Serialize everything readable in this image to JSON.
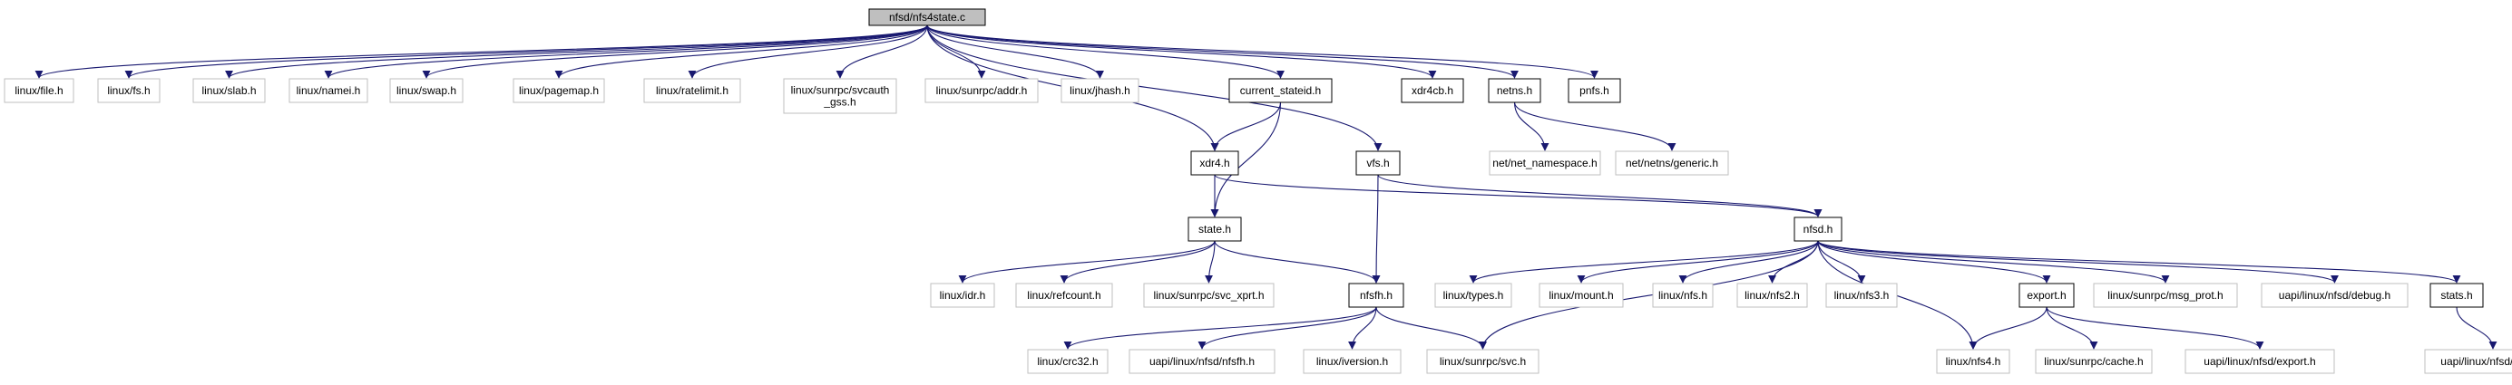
{
  "colors": {
    "edge": "#191970",
    "root_fill": "#bfbfbf",
    "documented_border": "#000000",
    "external_border": "#bfbfbf",
    "external_text": "#000000"
  },
  "nodes": [
    {
      "id": "root",
      "label": "nfsd/nfs4state.c",
      "kind": "root"
    },
    {
      "id": "linux_file",
      "label": "linux/file.h",
      "kind": "external"
    },
    {
      "id": "linux_fs",
      "label": "linux/fs.h",
      "kind": "external"
    },
    {
      "id": "linux_slab",
      "label": "linux/slab.h",
      "kind": "external"
    },
    {
      "id": "linux_namei",
      "label": "linux/namei.h",
      "kind": "external"
    },
    {
      "id": "linux_swap",
      "label": "linux/swap.h",
      "kind": "external"
    },
    {
      "id": "linux_pagemap",
      "label": "linux/pagemap.h",
      "kind": "external"
    },
    {
      "id": "linux_ratelimit",
      "label": "linux/ratelimit.h",
      "kind": "external"
    },
    {
      "id": "svcauth_gss",
      "label": "linux/sunrpc/svcauth\n_gss.h",
      "kind": "external"
    },
    {
      "id": "sunrpc_addr",
      "label": "linux/sunrpc/addr.h",
      "kind": "external"
    },
    {
      "id": "linux_jhash",
      "label": "linux/jhash.h",
      "kind": "external"
    },
    {
      "id": "current_stateid",
      "label": "current_stateid.h",
      "kind": "doc"
    },
    {
      "id": "xdr4cb",
      "label": "xdr4cb.h",
      "kind": "doc"
    },
    {
      "id": "netns",
      "label": "netns.h",
      "kind": "doc"
    },
    {
      "id": "pnfs",
      "label": "pnfs.h",
      "kind": "doc"
    },
    {
      "id": "xdr4",
      "label": "xdr4.h",
      "kind": "doc"
    },
    {
      "id": "vfs",
      "label": "vfs.h",
      "kind": "doc"
    },
    {
      "id": "net_namespace",
      "label": "net/net_namespace.h",
      "kind": "external"
    },
    {
      "id": "netns_generic",
      "label": "net/netns/generic.h",
      "kind": "external"
    },
    {
      "id": "state",
      "label": "state.h",
      "kind": "doc"
    },
    {
      "id": "nfsd",
      "label": "nfsd.h",
      "kind": "doc"
    },
    {
      "id": "linux_idr",
      "label": "linux/idr.h",
      "kind": "external"
    },
    {
      "id": "linux_refcount",
      "label": "linux/refcount.h",
      "kind": "external"
    },
    {
      "id": "svc_xprt",
      "label": "linux/sunrpc/svc_xprt.h",
      "kind": "external"
    },
    {
      "id": "nfsfh",
      "label": "nfsfh.h",
      "kind": "doc"
    },
    {
      "id": "linux_types",
      "label": "linux/types.h",
      "kind": "external"
    },
    {
      "id": "linux_mount",
      "label": "linux/mount.h",
      "kind": "external"
    },
    {
      "id": "linux_nfs",
      "label": "linux/nfs.h",
      "kind": "external"
    },
    {
      "id": "linux_nfs2",
      "label": "linux/nfs2.h",
      "kind": "external"
    },
    {
      "id": "linux_nfs3",
      "label": "linux/nfs3.h",
      "kind": "external"
    },
    {
      "id": "export",
      "label": "export.h",
      "kind": "doc"
    },
    {
      "id": "msg_prot",
      "label": "linux/sunrpc/msg_prot.h",
      "kind": "external"
    },
    {
      "id": "uapi_debug",
      "label": "uapi/linux/nfsd/debug.h",
      "kind": "external"
    },
    {
      "id": "stats",
      "label": "stats.h",
      "kind": "doc"
    },
    {
      "id": "linux_crc32",
      "label": "linux/crc32.h",
      "kind": "external"
    },
    {
      "id": "uapi_nfsfh",
      "label": "uapi/linux/nfsd/nfsfh.h",
      "kind": "external"
    },
    {
      "id": "linux_iversion",
      "label": "linux/iversion.h",
      "kind": "external"
    },
    {
      "id": "sunrpc_svc",
      "label": "linux/sunrpc/svc.h",
      "kind": "external"
    },
    {
      "id": "linux_nfs4",
      "label": "linux/nfs4.h",
      "kind": "external"
    },
    {
      "id": "sunrpc_cache",
      "label": "linux/sunrpc/cache.h",
      "kind": "external"
    },
    {
      "id": "uapi_export",
      "label": "uapi/linux/nfsd/export.h",
      "kind": "external"
    },
    {
      "id": "uapi_stats",
      "label": "uapi/linux/nfsd/stats.h",
      "kind": "external"
    }
  ],
  "edges": [
    [
      "root",
      "linux_file"
    ],
    [
      "root",
      "linux_fs"
    ],
    [
      "root",
      "linux_slab"
    ],
    [
      "root",
      "linux_namei"
    ],
    [
      "root",
      "linux_swap"
    ],
    [
      "root",
      "linux_pagemap"
    ],
    [
      "root",
      "linux_ratelimit"
    ],
    [
      "root",
      "svcauth_gss"
    ],
    [
      "root",
      "sunrpc_addr"
    ],
    [
      "root",
      "linux_jhash"
    ],
    [
      "root",
      "current_stateid"
    ],
    [
      "root",
      "xdr4cb"
    ],
    [
      "root",
      "netns"
    ],
    [
      "root",
      "pnfs"
    ],
    [
      "root",
      "xdr4"
    ],
    [
      "root",
      "vfs"
    ],
    [
      "current_stateid",
      "xdr4"
    ],
    [
      "current_stateid",
      "state"
    ],
    [
      "netns",
      "net_namespace"
    ],
    [
      "netns",
      "netns_generic"
    ],
    [
      "xdr4",
      "state"
    ],
    [
      "xdr4",
      "nfsd"
    ],
    [
      "vfs",
      "nfsd"
    ],
    [
      "vfs",
      "nfsfh"
    ],
    [
      "state",
      "linux_idr"
    ],
    [
      "state",
      "linux_refcount"
    ],
    [
      "state",
      "svc_xprt"
    ],
    [
      "state",
      "nfsfh"
    ],
    [
      "nfsd",
      "linux_types"
    ],
    [
      "nfsd",
      "linux_mount"
    ],
    [
      "nfsd",
      "linux_nfs"
    ],
    [
      "nfsd",
      "linux_nfs2"
    ],
    [
      "nfsd",
      "linux_nfs3"
    ],
    [
      "nfsd",
      "export"
    ],
    [
      "nfsd",
      "msg_prot"
    ],
    [
      "nfsd",
      "uapi_debug"
    ],
    [
      "nfsd",
      "stats"
    ],
    [
      "nfsd",
      "linux_nfs4"
    ],
    [
      "nfsd",
      "sunrpc_svc"
    ],
    [
      "nfsfh",
      "linux_crc32"
    ],
    [
      "nfsfh",
      "uapi_nfsfh"
    ],
    [
      "nfsfh",
      "linux_iversion"
    ],
    [
      "nfsfh",
      "sunrpc_svc"
    ],
    [
      "export",
      "linux_nfs4"
    ],
    [
      "export",
      "sunrpc_cache"
    ],
    [
      "export",
      "uapi_export"
    ],
    [
      "stats",
      "uapi_stats"
    ]
  ]
}
